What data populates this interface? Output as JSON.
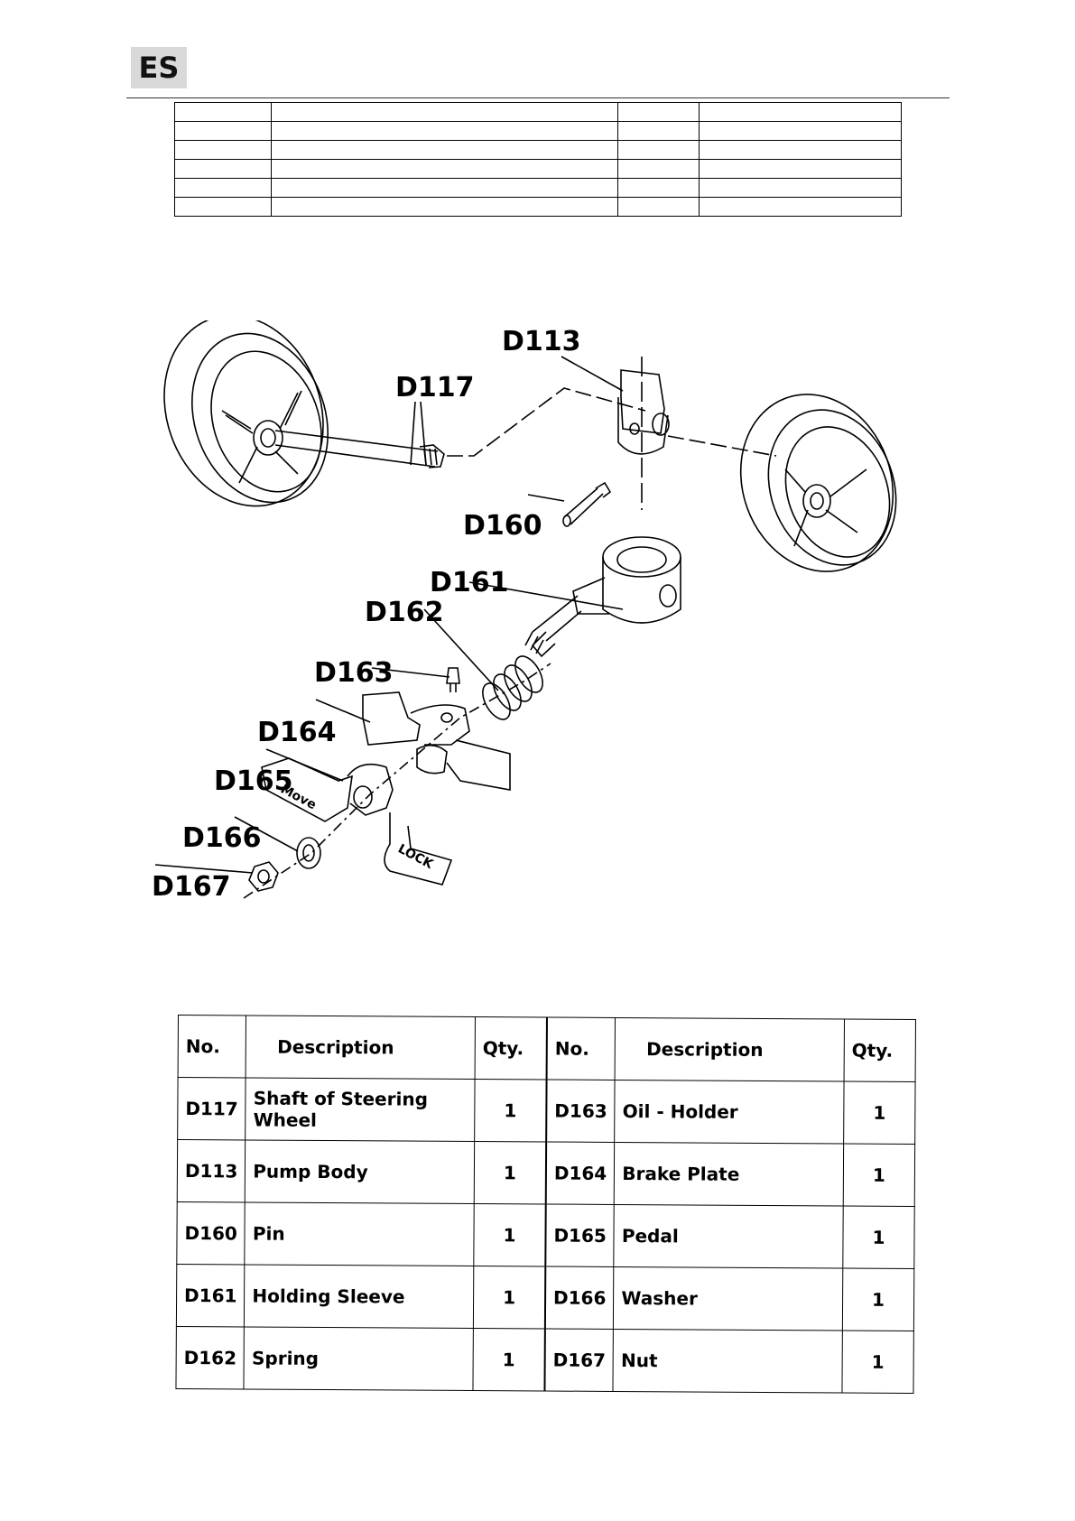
{
  "header": {
    "lang": "ES"
  },
  "empty_table": {
    "rows": 6,
    "cols": 4
  },
  "diagram": {
    "callouts": [
      "D113",
      "D117",
      "D160",
      "D161",
      "D162",
      "D163",
      "D164",
      "D165",
      "D166",
      "D167"
    ],
    "pedal_labels": {
      "move": "Move",
      "lock": "LOCK"
    }
  },
  "parts_table": {
    "headers": {
      "no": "No.",
      "description": "Description",
      "qty": "Qty."
    },
    "rows": [
      {
        "left": {
          "no": "D117",
          "description": "Shaft of Steering Wheel",
          "qty": "1"
        },
        "right": {
          "no": "D163",
          "description": "Oil - Holder",
          "qty": "1"
        }
      },
      {
        "left": {
          "no": "D113",
          "description": "Pump Body",
          "qty": "1"
        },
        "right": {
          "no": "D164",
          "description": "Brake Plate",
          "qty": "1"
        }
      },
      {
        "left": {
          "no": "D160",
          "description": "Pin",
          "qty": "1"
        },
        "right": {
          "no": "D165",
          "description": "Pedal",
          "qty": "1"
        }
      },
      {
        "left": {
          "no": "D161",
          "description": "Holding Sleeve",
          "qty": "1"
        },
        "right": {
          "no": "D166",
          "description": "Washer",
          "qty": "1"
        }
      },
      {
        "left": {
          "no": "D162",
          "description": "Spring",
          "qty": "1"
        },
        "right": {
          "no": "D167",
          "description": "Nut",
          "qty": "1"
        }
      }
    ]
  }
}
